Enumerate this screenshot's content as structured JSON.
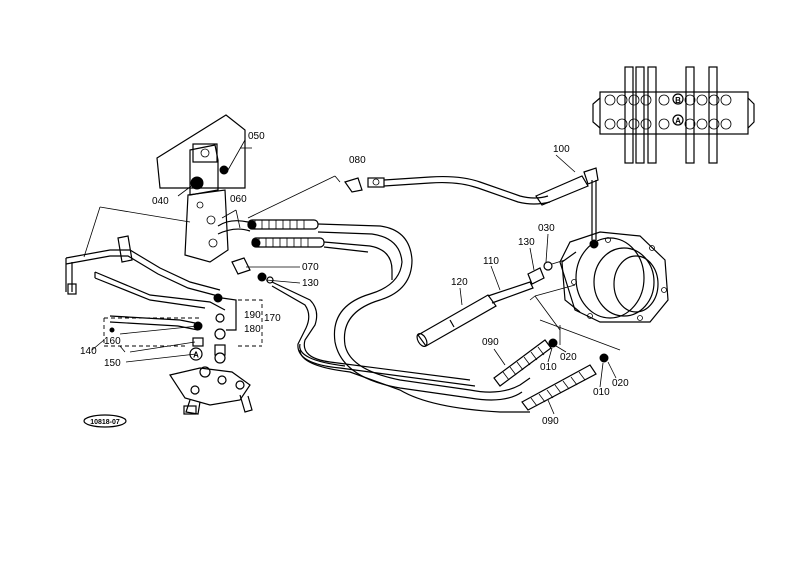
{
  "parts": [
    {
      "id": "p010a",
      "label": "010"
    },
    {
      "id": "p010b",
      "label": "010"
    },
    {
      "id": "p020a",
      "label": "020"
    },
    {
      "id": "p020b",
      "label": "020"
    },
    {
      "id": "p030",
      "label": "030"
    },
    {
      "id": "p040",
      "label": "040"
    },
    {
      "id": "p050",
      "label": "050"
    },
    {
      "id": "p060",
      "label": "060"
    },
    {
      "id": "p070",
      "label": "070"
    },
    {
      "id": "p080",
      "label": "080"
    },
    {
      "id": "p090a",
      "label": "090"
    },
    {
      "id": "p090b",
      "label": "090"
    },
    {
      "id": "p100",
      "label": "100"
    },
    {
      "id": "p110",
      "label": "110"
    },
    {
      "id": "p120",
      "label": "120"
    },
    {
      "id": "p130a",
      "label": "130"
    },
    {
      "id": "p130b",
      "label": "130"
    },
    {
      "id": "p140",
      "label": "140"
    },
    {
      "id": "p150",
      "label": "150"
    },
    {
      "id": "p160",
      "label": "160"
    },
    {
      "id": "p170",
      "label": "170"
    },
    {
      "id": "p180",
      "label": "180"
    },
    {
      "id": "p190",
      "label": "190"
    }
  ],
  "markers": {
    "a": "A",
    "b": "B"
  },
  "figure_code": "10818-07"
}
